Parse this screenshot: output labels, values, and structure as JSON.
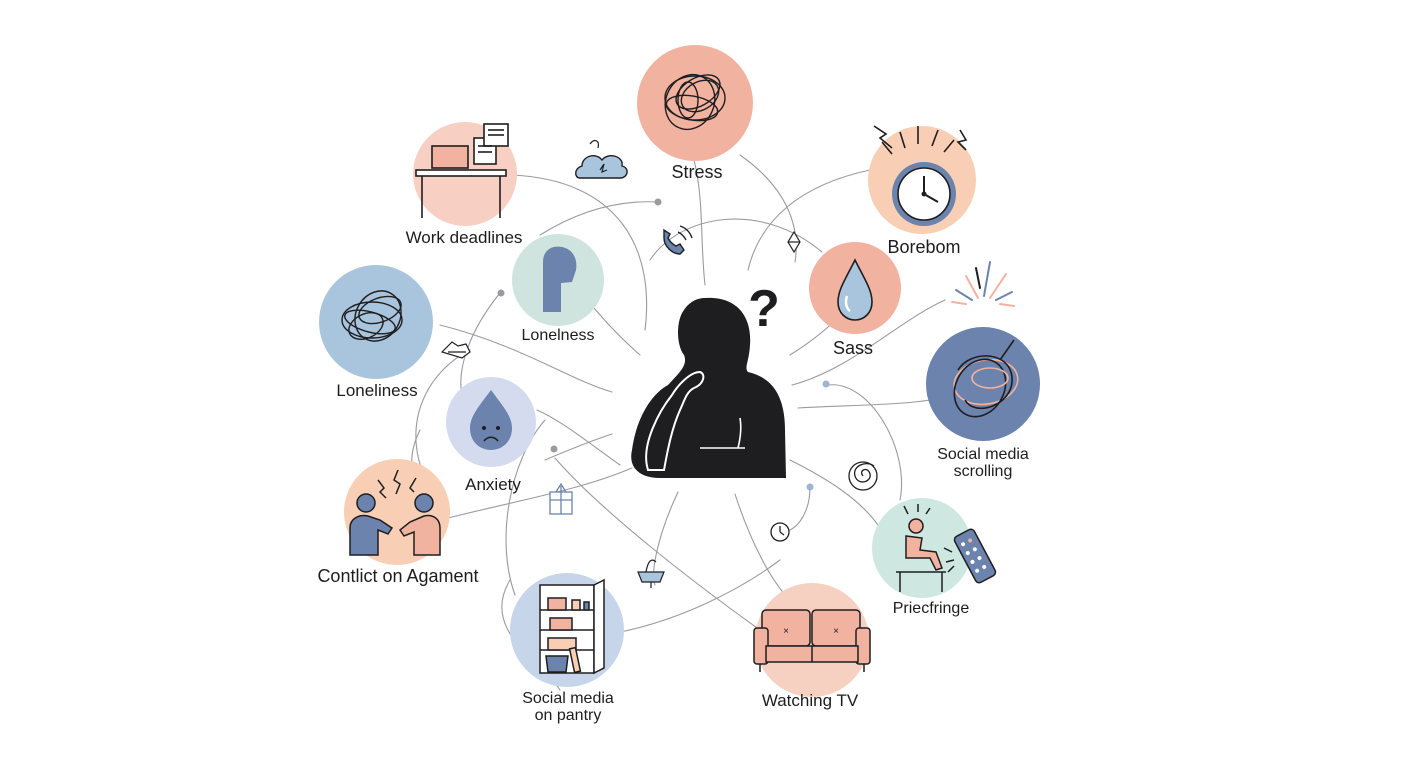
{
  "center": {
    "icon": "thinking-person-silhouette-icon",
    "question_icon": "question-mark-icon"
  },
  "triggers": [
    {
      "id": "stress",
      "label": "Stress",
      "icon": "tangled-scribble-icon",
      "color": "#f2b2a0"
    },
    {
      "id": "boredom",
      "label": "Borebom",
      "icon": "alarm-clock-icon",
      "color": "#f8cfb4"
    },
    {
      "id": "work",
      "label": "Work deadlines",
      "icon": "desk-laptop-icon",
      "color": "#f7cfc3"
    },
    {
      "id": "loneliness-small",
      "label": "Lonelness",
      "icon": "abstract-figure-icon",
      "color": "#cfe3df"
    },
    {
      "id": "sass",
      "label": "Sass",
      "icon": "water-drop-icon",
      "color": "#f2b2a0"
    },
    {
      "id": "loneliness",
      "label": "Loneliness",
      "icon": "tangled-scribble-icon",
      "color": "#a9c5dd"
    },
    {
      "id": "social",
      "label_lines": [
        "Social media",
        "scrolling"
      ],
      "icon": "swirl-icon",
      "color": "#6b83ad"
    },
    {
      "id": "anxiety",
      "label": "Anxiety",
      "icon": "sad-drop-icon",
      "color": "#d4dbee"
    },
    {
      "id": "conflict",
      "label": "Contlict on Agament",
      "icon": "arguing-people-icon",
      "color": "#f8cfb4"
    },
    {
      "id": "pantry",
      "label_lines": [
        "Social media",
        "on pantry"
      ],
      "icon": "open-pantry-icon",
      "color": "#c6d5ea"
    },
    {
      "id": "tv",
      "label": "Watching TV",
      "icon": "couch-icon",
      "color": "#f6d1c2"
    },
    {
      "id": "fridge",
      "label": "Priecfringe",
      "icon": "tv-remote-person-icon",
      "color": "#cfe7e1"
    }
  ],
  "accents": [
    "#a9c5dd",
    "#f2b2a0",
    "#6b83ad"
  ],
  "decor": [
    "cloud-icon",
    "phone-icon",
    "diamond-icon",
    "sprinkle-icon",
    "shoe-icon",
    "spiral-icon",
    "box-icon",
    "clock-icon",
    "basket-icon"
  ]
}
